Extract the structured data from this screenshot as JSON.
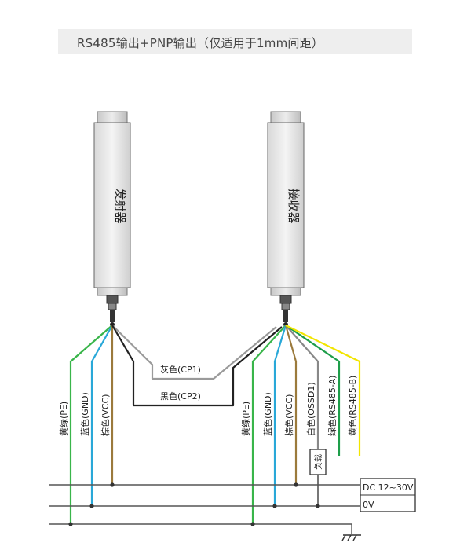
{
  "title": "RS485输出+PNP输出（仅适用于1mm间距）",
  "emitter_label": "发射器",
  "receiver_label": "接收器",
  "cp1_label": "灰色(CP1)",
  "cp2_label": "黑色(CP2)",
  "emitter_wires": [
    "黄绿(PE)",
    "蓝色(GND)",
    "棕色(VCC)"
  ],
  "receiver_wires": [
    "黄绿(PE)",
    "蓝色(GND)",
    "棕色(VCC)",
    "白色(OSSD1)",
    "绿色(RS485-A)",
    "黄色(RS485-B)"
  ],
  "load_label": "负载",
  "dc_label": "DC 12~30V",
  "ov_label": "0V",
  "colors": {
    "yellow_green": "#39b54a",
    "blue": "#29a8d8",
    "brown": "#9b7a3c",
    "gray": "#9a9a9a",
    "black": "#222222",
    "white_wire": "#888888",
    "green": "#1e9e4a",
    "yellow": "#f2e500"
  }
}
